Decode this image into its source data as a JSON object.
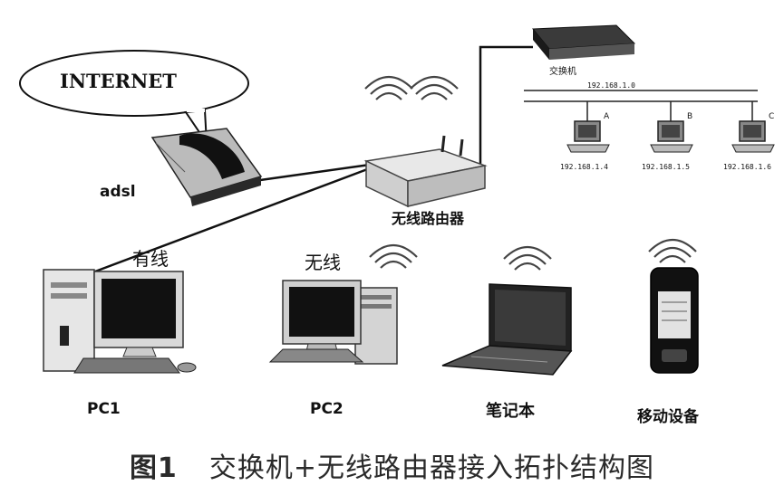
{
  "labels": {
    "internet": "INTERNET",
    "adsl": "adsl",
    "router": "无线路由器",
    "wired": "有线",
    "wireless": "无线",
    "switch": "交换机",
    "network": "192.168.1.0",
    "pc_a_tag": "A",
    "pc_b_tag": "B",
    "pc_c_tag": "C",
    "pc_a_ip": "192.168.1.4",
    "pc_b_ip": "192.168.1.5",
    "pc_c_ip": "192.168.1.6",
    "pc1": "PC1",
    "pc2": "PC2",
    "laptop": "笔记本",
    "mobile": "移动设备"
  },
  "caption": {
    "figure_no": "图1",
    "title": "交换机+无线路由器接入拓扑结构图"
  }
}
